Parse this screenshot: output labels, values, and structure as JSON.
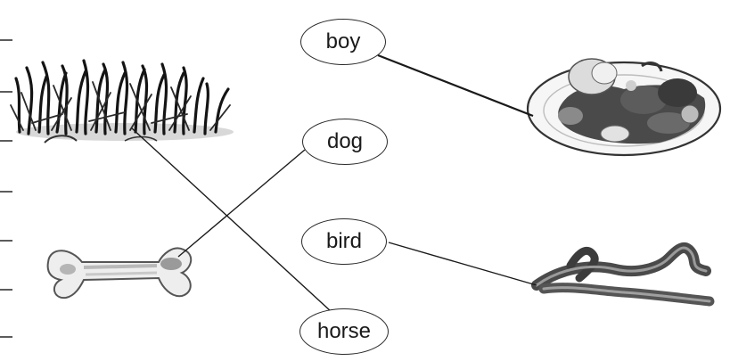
{
  "words": {
    "boy": "boy",
    "dog": "dog",
    "bird": "bird",
    "horse": "horse"
  },
  "pictures": [
    "grass",
    "bone",
    "plate-of-food",
    "worms"
  ],
  "matches": [
    {
      "word": "boy",
      "picture": "plate-of-food"
    },
    {
      "word": "dog",
      "picture": "bone"
    },
    {
      "word": "bird",
      "picture": "worms"
    },
    {
      "word": "horse",
      "picture": "grass"
    }
  ]
}
